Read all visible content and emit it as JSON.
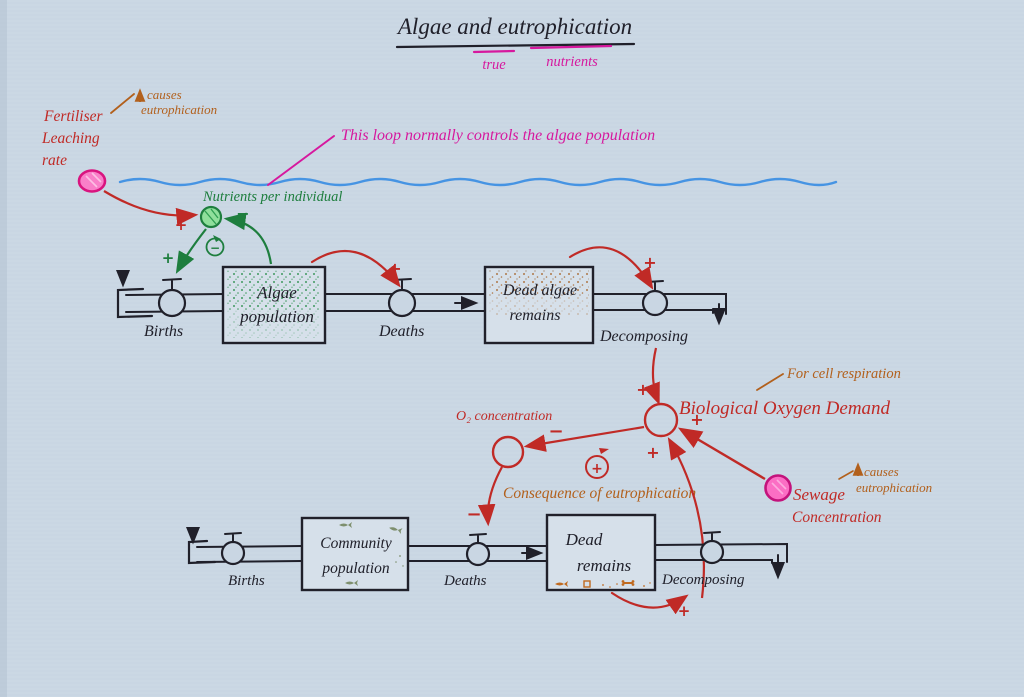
{
  "title": {
    "text": "Algae and eutrophication",
    "etymology": {
      "true_label": "true",
      "nutrients_label": "nutrients"
    }
  },
  "colors": {
    "paper": "#c9d6e3",
    "ink": "#20202a",
    "red": "#c02a26",
    "green": "#1e7e3e",
    "magenta": "#d6189e",
    "orange": "#b2601c",
    "water_blue": "#4694e3",
    "pink_fill": "#f97fc9"
  },
  "polarity": {
    "plus": "+",
    "minus": "−"
  },
  "annotations": {
    "fertiliser": {
      "line1": "Fertiliser",
      "line2": "Leaching",
      "line3": "rate"
    },
    "causes_top": {
      "line1": "causes",
      "line2": "eutrophication"
    },
    "loop_note": "This loop normally controls the algae population",
    "nutrients": "Nutrients per individual",
    "cell_respiration": "For cell respiration",
    "bod": "Biological Oxygen Demand",
    "o2": "O₂ concentration",
    "consequence": "Consequence of eutrophication",
    "sewage": {
      "line1": "Sewage",
      "line2": "Concentration"
    },
    "causes_right": {
      "line1": "causes",
      "line2": "eutrophication"
    }
  },
  "algae_flow": {
    "births": "Births",
    "stock": {
      "line1": "Algae",
      "line2": "population"
    },
    "deaths": "Deaths",
    "dead_stock": {
      "line1": "Dead algae",
      "line2": "remains"
    },
    "decomposing": "Decomposing"
  },
  "community_flow": {
    "births": "Births",
    "stock": {
      "line1": "Community",
      "line2": "population"
    },
    "deaths": "Deaths",
    "dead_stock": {
      "line1": "Dead",
      "line2": "remains"
    },
    "decomposing": "Decomposing"
  }
}
